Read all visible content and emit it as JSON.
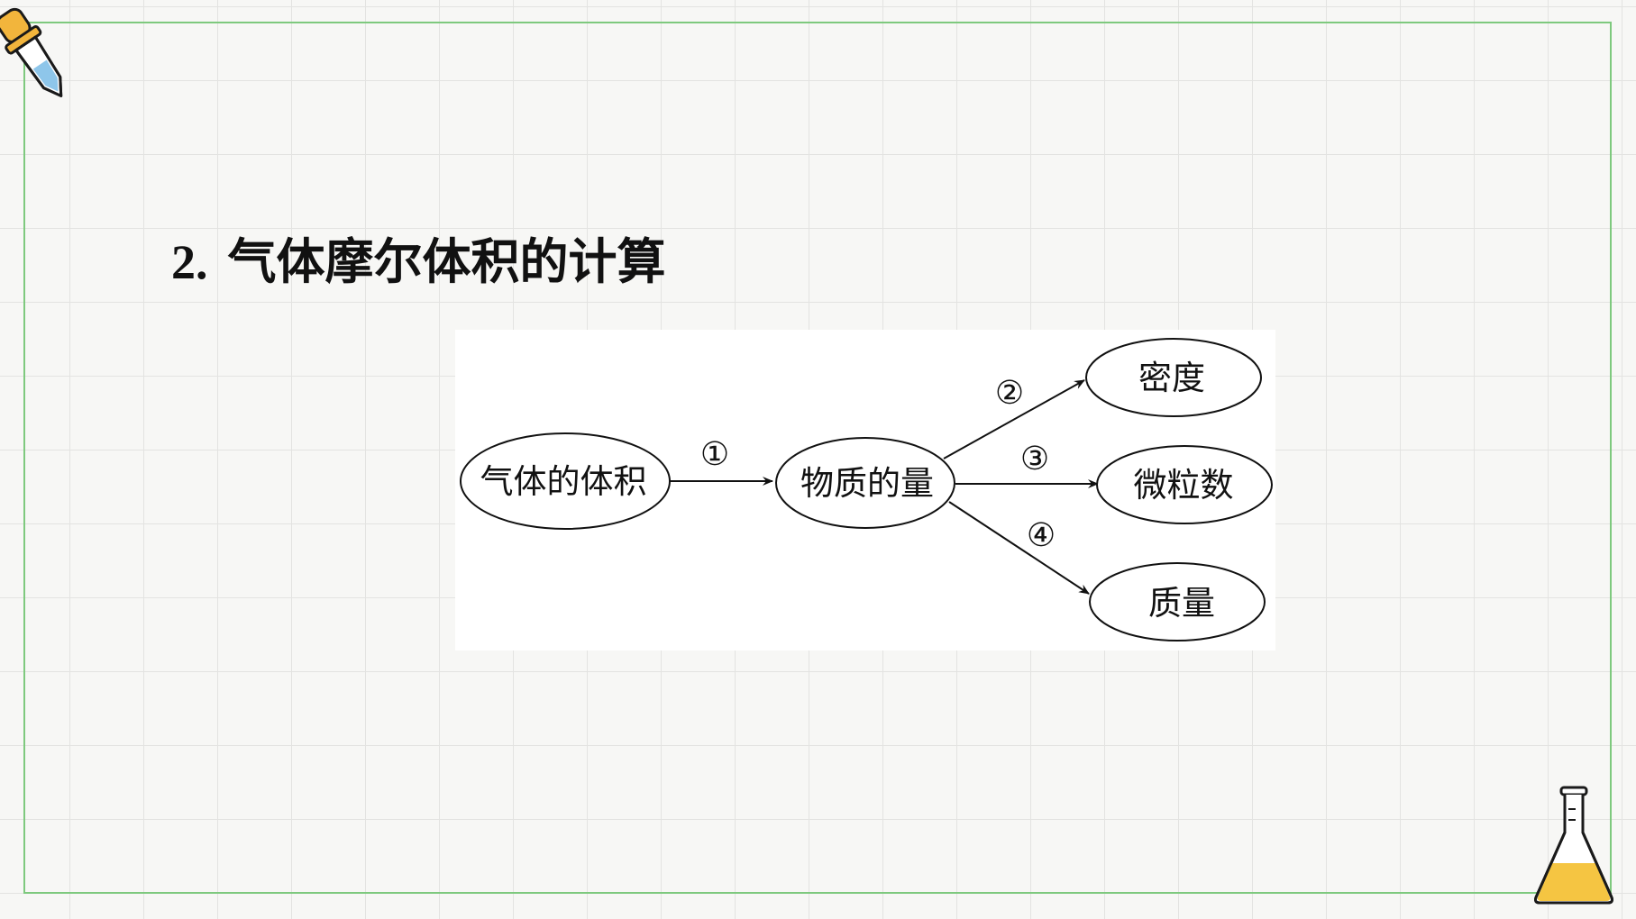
{
  "title": {
    "number": "2.",
    "text": "气体摩尔体积的计算"
  },
  "diagram": {
    "nodes": {
      "gas_volume": "气体的体积",
      "amount": "物质的量",
      "density": "密度",
      "particles": "微粒数",
      "mass": "质量"
    },
    "steps": {
      "s1": "①",
      "s2": "②",
      "s3": "③",
      "s4": "④"
    }
  },
  "decor": {
    "frame_color": "#7ec97e",
    "dropper_icon": "dropper-icon",
    "flask_icon": "flask-icon"
  }
}
